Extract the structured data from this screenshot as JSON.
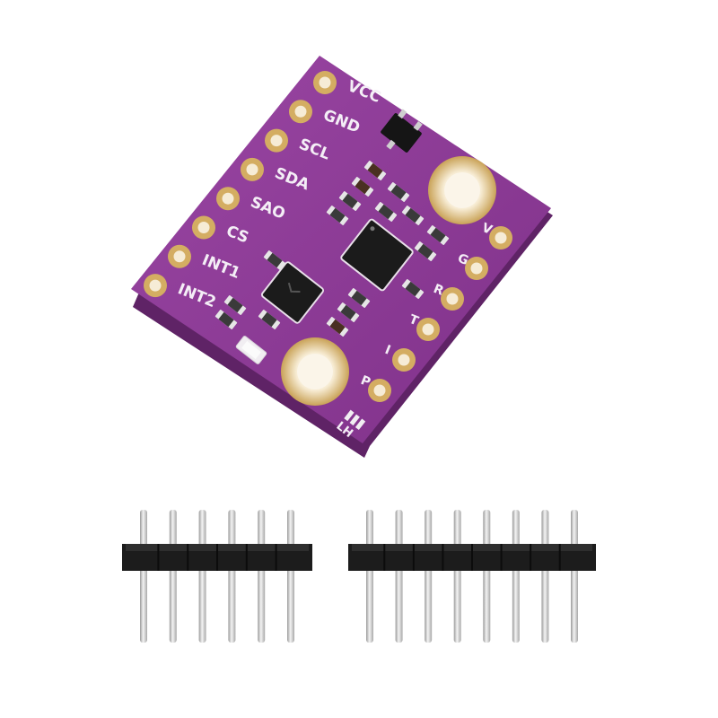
{
  "colors": {
    "background": "#ffffff",
    "pcb": "#8e3d97",
    "pcb_edge": "#5f2366",
    "pad_gold": "#d4ad62",
    "silkscreen": "#f4eef6",
    "header_plastic": "#1c1c1c",
    "header_pin": "#d8d8d8"
  },
  "board": {
    "left_pins": [
      {
        "label": "VCC"
      },
      {
        "label": "GND"
      },
      {
        "label": "SCL"
      },
      {
        "label": "SDA"
      },
      {
        "label": "SAO"
      },
      {
        "label": "CS"
      },
      {
        "label": "INT1"
      },
      {
        "label": "INT2"
      }
    ],
    "right_pins": [
      {
        "label": "V"
      },
      {
        "label": "G"
      },
      {
        "label": "R"
      },
      {
        "label": "T"
      },
      {
        "label": "I"
      },
      {
        "label": "P"
      }
    ],
    "corner_mark": "LH"
  },
  "headers": [
    {
      "name": "six-pin-header",
      "pins": 6
    },
    {
      "name": "eight-pin-header",
      "pins": 8
    }
  ]
}
